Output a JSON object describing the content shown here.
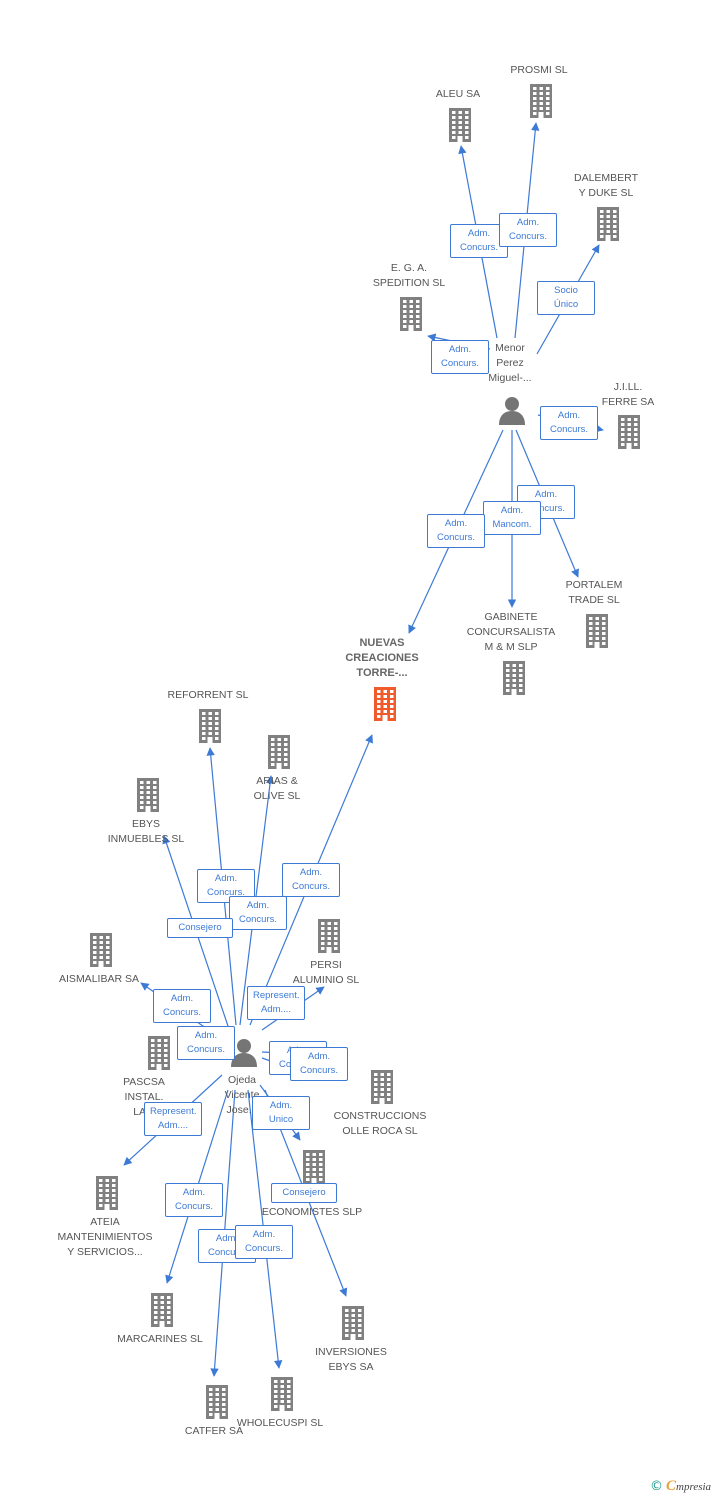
{
  "colors": {
    "edge": "#3d7ad6",
    "building": "#808080",
    "building_main": "#f15a2b",
    "person": "#757575",
    "label": "#555555"
  },
  "icons": {
    "company": "building-icon",
    "person": "person-icon",
    "logo": "copyright-icon"
  },
  "companies": [
    {
      "id": "aleu",
      "label": "ALEU SA"
    },
    {
      "id": "prosmi",
      "label": "PROSMI SL"
    },
    {
      "id": "dalembert",
      "label": "DALEMBERT\nY DUKE SL"
    },
    {
      "id": "ega",
      "label": "E.  G. A.\nSPEDITION SL"
    },
    {
      "id": "jill",
      "label": "J.I.LL.\nFERRE SA"
    },
    {
      "id": "portalem",
      "label": "PORTALEM\nTRADE SL"
    },
    {
      "id": "gabinete",
      "label": "GABINETE\nCONCURSALISTA\nM & M SLP"
    },
    {
      "id": "nuevas",
      "label": "NUEVAS\nCREACIONES\nTORRE-..."
    },
    {
      "id": "reforrent",
      "label": "REFORRENT SL"
    },
    {
      "id": "arias",
      "label": "ARIAS &\nOLIVE SL"
    },
    {
      "id": "ebys",
      "label": "EBYS\nINMUEBLES SL"
    },
    {
      "id": "persi",
      "label": "PERSI\nALUMINIO SL"
    },
    {
      "id": "aismalibar",
      "label": "AISMALIBAR SA"
    },
    {
      "id": "pascsa",
      "label": "PASCSA\nINSTAL.\nLA..."
    },
    {
      "id": "construccions",
      "label": "CONSTRUCCIONS\nOLLE ROCA SL"
    },
    {
      "id": "economistes",
      "label": "ECONOMISTES SLP"
    },
    {
      "id": "ateia",
      "label": "ATEIA\nMANTENIMIENTOS\nY SERVICIOS..."
    },
    {
      "id": "marcarines",
      "label": "MARCARINES SL"
    },
    {
      "id": "inversiones",
      "label": "INVERSIONES\nEBYS SA"
    },
    {
      "id": "catfer",
      "label": "CATFER SA"
    },
    {
      "id": "wholecuspi",
      "label": "WHOLECUSPI SL"
    }
  ],
  "persons": [
    {
      "id": "menor",
      "label": "Menor\nPerez\nMiguel-..."
    },
    {
      "id": "ojeda",
      "label": "Ojeda\nVicente\nJose..."
    }
  ],
  "edges": [
    {
      "from": "menor",
      "to": "aleu",
      "label": "Adm.\nConcurs."
    },
    {
      "from": "menor",
      "to": "prosmi",
      "label": "Adm.\nConcurs."
    },
    {
      "from": "menor",
      "to": "dalembert",
      "label": "Socio\nÚnico"
    },
    {
      "from": "menor",
      "to": "ega",
      "label": "Adm.\nConcurs."
    },
    {
      "from": "menor",
      "to": "jill",
      "label": "Adm.\nConcurs."
    },
    {
      "from": "menor",
      "to": "portalem",
      "label": "Adm.\nConcurs."
    },
    {
      "from": "menor",
      "to": "gabinete",
      "label": "Adm.\nMancom."
    },
    {
      "from": "menor",
      "to": "nuevas",
      "label": "Adm.\nConcurs."
    },
    {
      "from": "ojeda",
      "to": "reforrent",
      "label": "Adm.\nConcurs."
    },
    {
      "from": "ojeda",
      "to": "arias",
      "label": "Adm.\nConcurs."
    },
    {
      "from": "ojeda",
      "to": "nuevas",
      "label": "Adm.\nConcurs."
    },
    {
      "from": "ojeda",
      "to": "ebys",
      "label": "Consejero"
    },
    {
      "from": "ojeda",
      "to": "persi",
      "label": "Represent.\nAdm...."
    },
    {
      "from": "ojeda",
      "to": "aismalibar",
      "label": "Adm.\nConcurs."
    },
    {
      "from": "ojeda",
      "to": "pascsa",
      "label": "Adm.\nConcurs."
    },
    {
      "from": "ojeda",
      "to": "construccions",
      "label": "Adm.\nConcurs."
    },
    {
      "from": "ojeda",
      "to": "economistes",
      "label": "Adm.\nConcurs."
    },
    {
      "from": "ojeda",
      "to": "ateia",
      "label": "Represent.\nAdm...."
    },
    {
      "from": "ojeda",
      "to": "economistes",
      "label": "Adm.\nUnico"
    },
    {
      "from": "ojeda",
      "to": "inversiones",
      "label": "Consejero"
    },
    {
      "from": "ojeda",
      "to": "marcarines",
      "label": "Adm.\nConcurs."
    },
    {
      "from": "ojeda",
      "to": "catfer",
      "label": "Adm.\nConcurs."
    },
    {
      "from": "ojeda",
      "to": "wholecuspi",
      "label": "Adm.\nConcurs."
    }
  ],
  "footer": {
    "copyright": "©",
    "brand_initial": "C",
    "brand_rest": "mpresia"
  }
}
